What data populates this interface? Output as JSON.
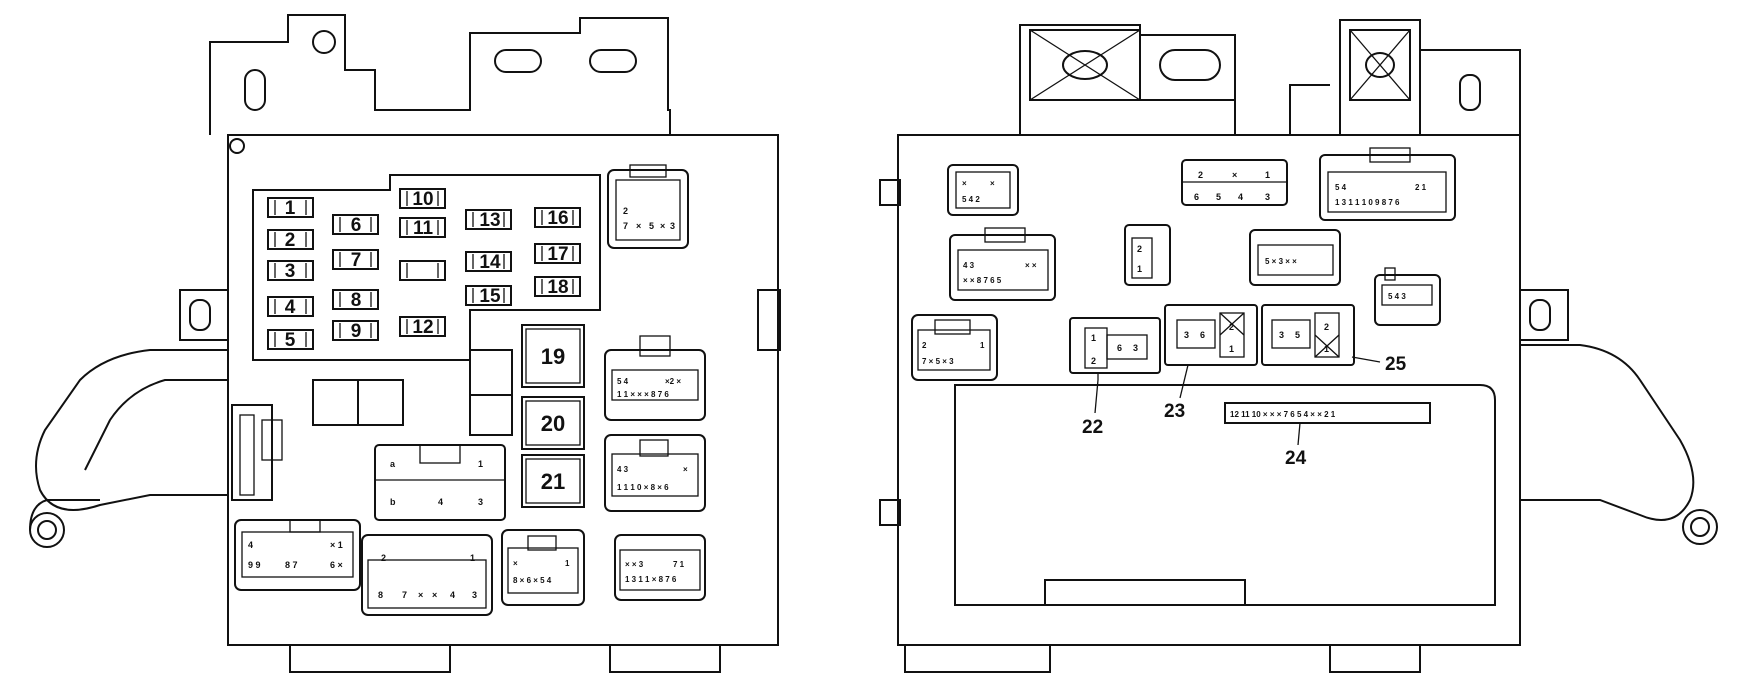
{
  "fuses": [
    "1",
    "2",
    "3",
    "4",
    "5",
    "6",
    "7",
    "8",
    "9",
    "10",
    "11",
    "12",
    "13",
    "14",
    "15",
    "16",
    "17",
    "18"
  ],
  "relays": [
    "19",
    "20",
    "21"
  ],
  "callouts": [
    "22",
    "23",
    "24",
    "25"
  ],
  "conn_right_top": [
    "2",
    "×",
    "1",
    "6",
    "5",
    "4",
    "3"
  ],
  "conn_left_bottom": [
    "a",
    "1",
    "b",
    "4",
    "3"
  ],
  "conn_left_bottom2": [
    "2",
    "1",
    "8",
    "7",
    "×",
    "×",
    "4",
    "3"
  ],
  "conn_22": [
    "1",
    "2",
    "6",
    "3"
  ],
  "conn_23": [
    "3",
    "6",
    "2",
    "1"
  ],
  "conn_25": [
    "3",
    "5",
    "2",
    "1"
  ],
  "conn_24": "12 11 10 × × × 7 6 5 4 × × 2 1"
}
